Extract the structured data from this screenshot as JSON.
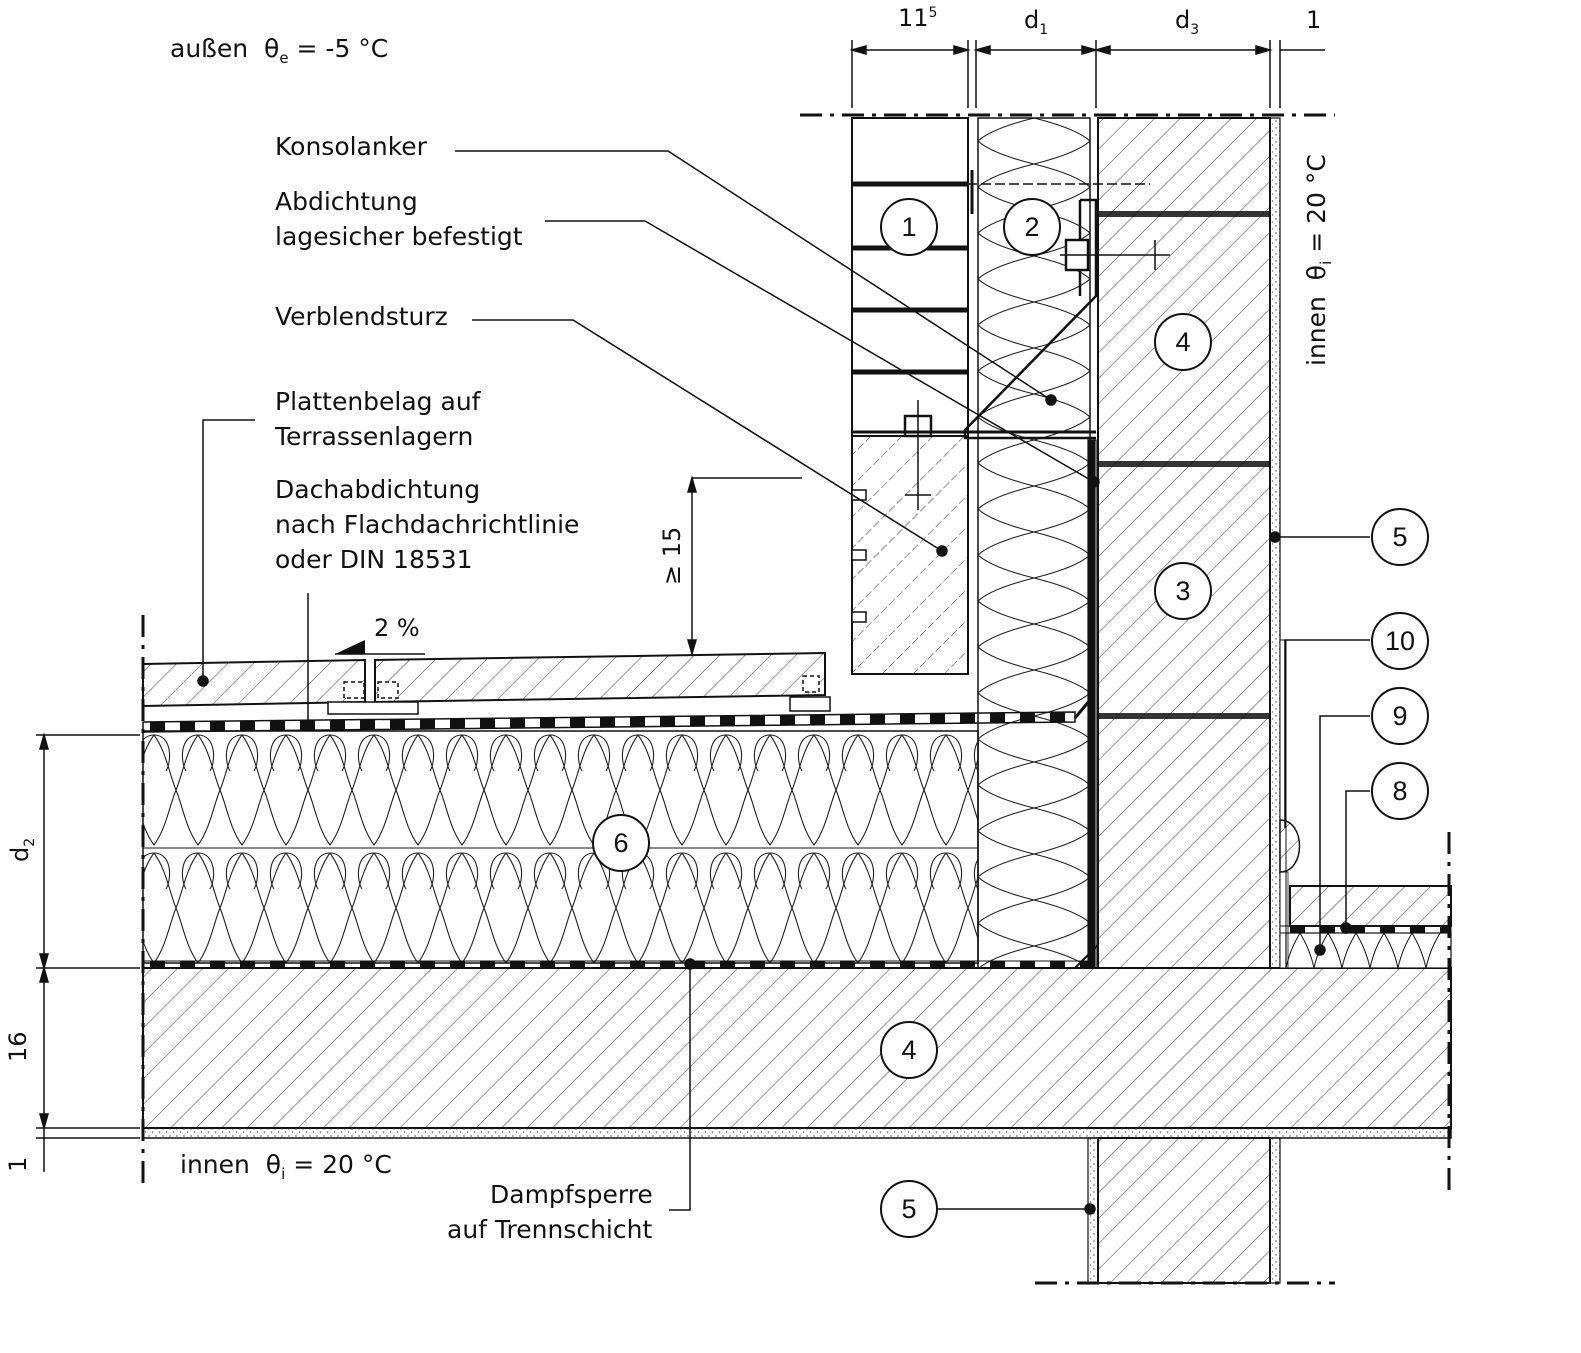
{
  "climate": {
    "outside_word": "außen",
    "outside_symbol": "θ",
    "outside_sub": "e",
    "outside_value": " = -5 °C",
    "inside_word": "innen",
    "inside_symbol": "θ",
    "inside_sub": "i",
    "inside_value": " = 20 °C"
  },
  "top_dimensions": {
    "d_brick": "11",
    "d_brick_sup": "5",
    "d1": "d",
    "d1_sub": "1",
    "d3": "d",
    "d3_sub": "3",
    "d_plaster": "1"
  },
  "left_dimensions": {
    "d2": "d",
    "d2_sub": "2",
    "slab": "16",
    "plaster": "1"
  },
  "upstand_dimension": "≥ 15",
  "slope": "2 %",
  "labels": {
    "konsolanker": "Konsolanker",
    "abdichtung_1": "Abdichtung",
    "abdichtung_2": "lagesicher befestigt",
    "verblendsturz": "Verblendsturz",
    "plattenbelag_1": "Plattenbelag auf",
    "plattenbelag_2": "Terrassenlagern",
    "dachabdichtung_1": "Dachabdichtung",
    "dachabdichtung_2": "nach Flachdachrichtlinie",
    "dachabdichtung_3": "oder DIN 18531",
    "dampfsperre_1": "Dampfsperre",
    "dampfsperre_2": "auf Trennschicht"
  },
  "markers": {
    "m1": "1",
    "m2": "2",
    "m3": "3",
    "m4_wall": "4",
    "m4_slab": "4",
    "m5_wall": "5",
    "m5_ceiling": "5",
    "m6": "6",
    "m8": "8",
    "m9": "9",
    "m10": "10"
  }
}
